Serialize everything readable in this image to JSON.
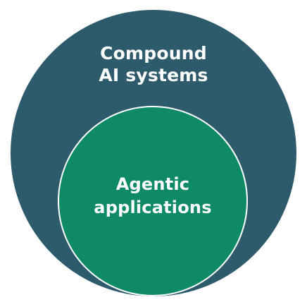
{
  "diagram": {
    "outer": {
      "line1": "Compound",
      "line2": "AI systems",
      "color": "#2e5b6b"
    },
    "inner": {
      "line1": "Agentic",
      "line2": "applications",
      "color": "#0e8a66",
      "border_color": "#ffffff"
    },
    "text_color": "#ffffff"
  }
}
